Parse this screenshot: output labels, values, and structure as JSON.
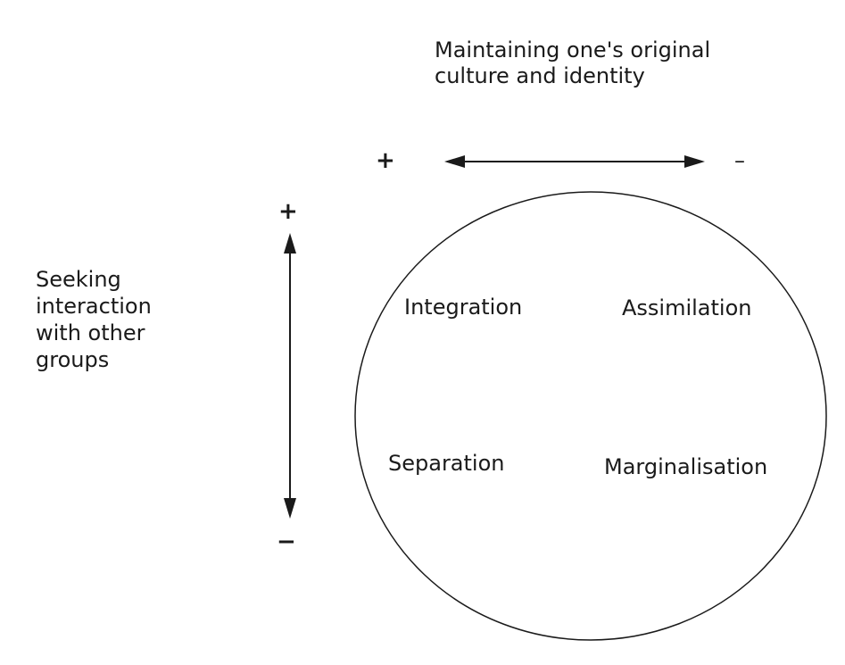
{
  "diagram": {
    "background_color": "#ffffff",
    "ink_color": "#1a1a1a",
    "top_axis": {
      "title": "Maintaining one's original\nculture and identity",
      "plus_label": "+",
      "minus_label": "–"
    },
    "left_axis": {
      "title": "Seeking\ninteraction\nwith other\ngroups",
      "plus_label": "+",
      "minus_label": "−"
    },
    "quadrants": {
      "top_left": "Integration",
      "top_right": "Assimilation",
      "bottom_left": "Separation",
      "bottom_right": "Marginalisation"
    }
  }
}
